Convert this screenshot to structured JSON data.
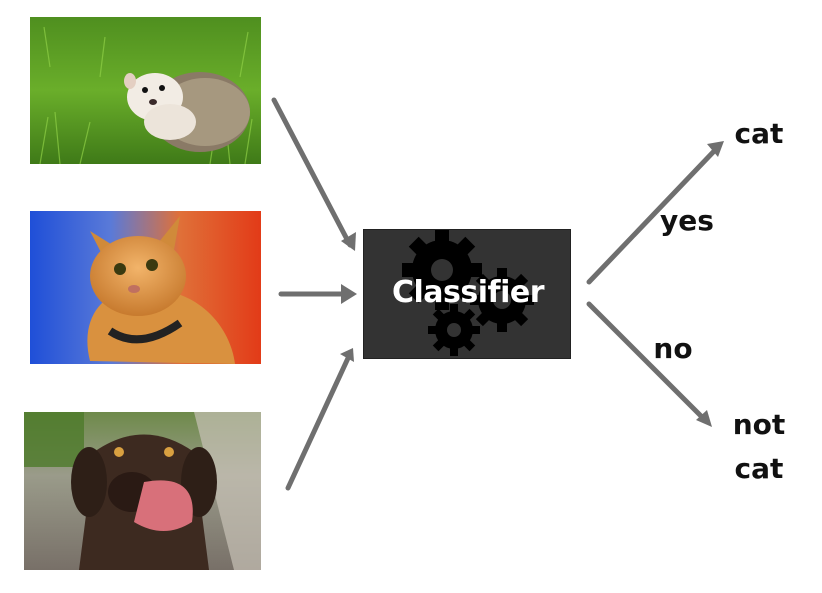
{
  "images": [
    {
      "subject": "hedgehog"
    },
    {
      "subject": "cat"
    },
    {
      "subject": "dog"
    }
  ],
  "classifier": {
    "label": "Classifier",
    "icon": "gears-icon"
  },
  "outputs": {
    "positive": "cat",
    "negative": [
      "not",
      "cat"
    ]
  },
  "edges": {
    "yes": "yes",
    "no": "no"
  },
  "colors": {
    "arrow": "#6f6f6f",
    "box": "#333333",
    "box_text": "#ffffff",
    "label_text": "#111111"
  }
}
